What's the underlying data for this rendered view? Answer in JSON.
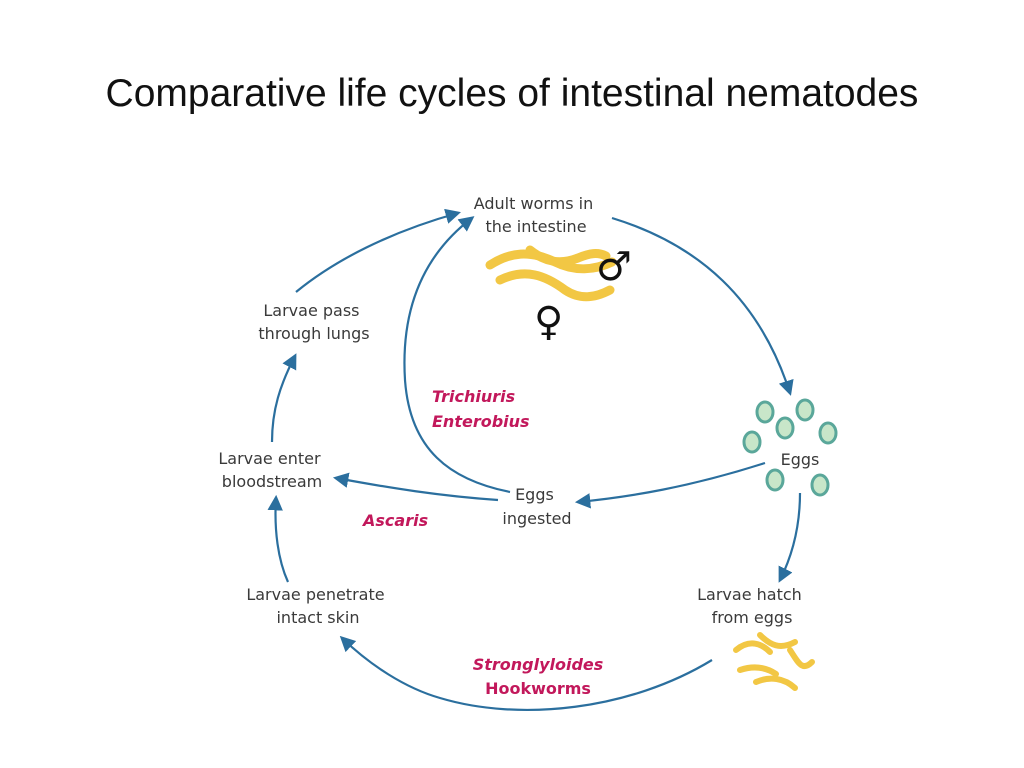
{
  "title": "Comparative life cycles of intestinal nematodes",
  "colors": {
    "arrow": "#2b6f9e",
    "species": "#c2185b",
    "worm": "#f2c744",
    "worm_outline": "#d4a22a",
    "egg_fill": "#c8e6c9",
    "egg_outline": "#5aa79a",
    "label": "#3a3a3a"
  },
  "nodes": {
    "adult_worms": [
      "Adult worms in",
      "the intestine"
    ],
    "eggs": "Eggs",
    "eggs_ingested": [
      "Eggs",
      "ingested"
    ],
    "larvae_hatch": [
      "Larvae hatch",
      "from eggs"
    ],
    "larvae_penetrate": [
      "Larvae penetrate",
      "intact skin"
    ],
    "larvae_bloodstream": [
      "Larvae enter",
      "bloodstream"
    ],
    "larvae_lungs": [
      "Larvae pass",
      "through lungs"
    ]
  },
  "species": {
    "trichuris": "Trichiuris",
    "enterobius": "Enterobius",
    "ascaris": "Ascaris",
    "strongyloides": "Stronglyloides",
    "hookworms": "Hookworms"
  },
  "symbols": {
    "male": "♂",
    "female": "♀"
  }
}
